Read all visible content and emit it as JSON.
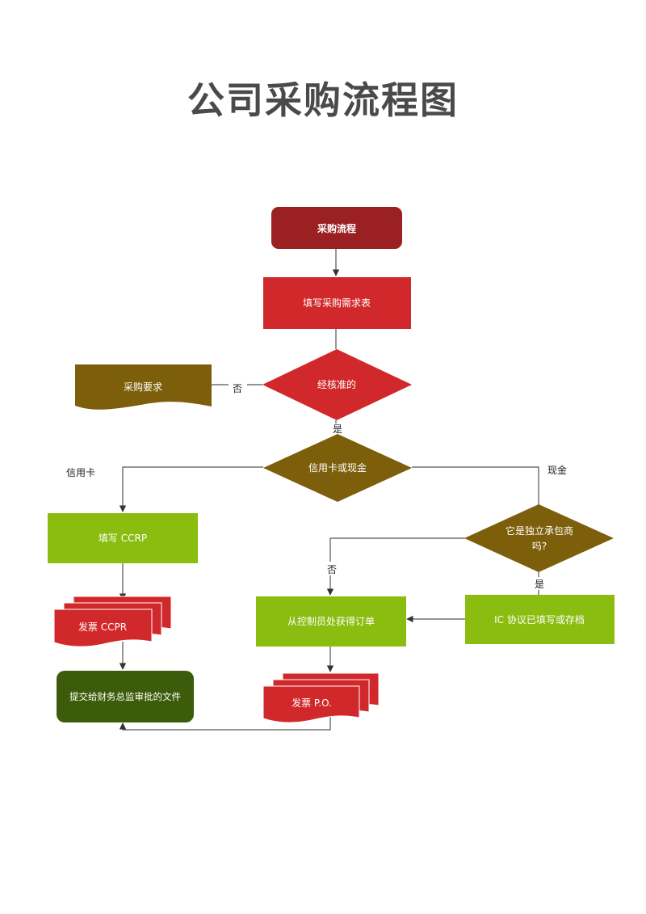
{
  "title": "公司采购流程图",
  "colors": {
    "dark_red": "#9b2022",
    "red": "#d1292b",
    "olive": "#7d5e0a",
    "lime": "#8bbd10",
    "dark_green": "#3d5c0b",
    "line": "#555555"
  },
  "nodes": {
    "start": "采购流程",
    "fill_form": "填写采购需求表",
    "approved": "经核准的",
    "purchase_req": "采购要求",
    "card_or_cash": "信用卡或现金",
    "fill_ccrp": "填写 CCRP",
    "invoice_ccpr": "发票 CCPR",
    "submit_finance": "提交给财务总监审批的文件",
    "independent_q1": "它是独立承包商",
    "independent_q2": "吗?",
    "ic_agreement": "IC 协议已填写或存档",
    "get_order": "从控制员处获得订单",
    "invoice_po": "发票  P.O."
  },
  "labels": {
    "no_1": "否",
    "yes_1": "是",
    "credit_card": "信用卡",
    "cash": "现金",
    "no_2": "否",
    "yes_2": "是"
  }
}
